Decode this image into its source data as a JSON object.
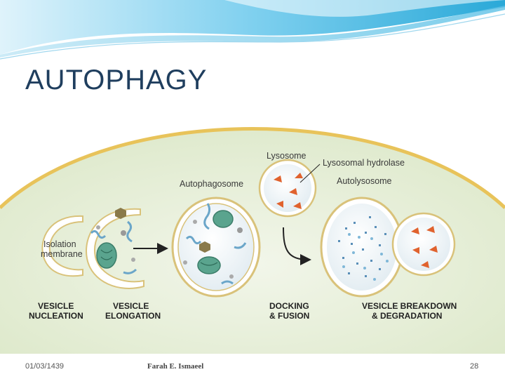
{
  "slide": {
    "title": "AUTOPHAGY",
    "footer": {
      "date": "01/03/1439",
      "author": "Farah E. Ismaeel",
      "page": "28"
    }
  },
  "diagram": {
    "labels": {
      "isolation_membrane_1": "Isolation",
      "isolation_membrane_2": "membrane",
      "autophagosome": "Autophagosome",
      "lysosome": "Lysosome",
      "lysosomal_hydrolase": "Lysosomal hydrolase",
      "autolysosome": "Autolysosome"
    },
    "stages": [
      {
        "line1": "VESICLE",
        "line2": "NUCLEATION"
      },
      {
        "line1": "VESICLE",
        "line2": "ELONGATION"
      },
      {
        "line1": "DOCKING",
        "line2": "& FUSION"
      },
      {
        "line1": "VESICLE BREAKDOWN",
        "line2": "& DEGRADATION"
      }
    ],
    "colors": {
      "cytoplasm": "#e6efd8",
      "membrane": "#e8c35a",
      "vesicle_fill": "#eef5f8",
      "mitochondria": "#5aa48e",
      "hydrolase": "#e0622e",
      "banner": "#2aa9d8"
    }
  }
}
